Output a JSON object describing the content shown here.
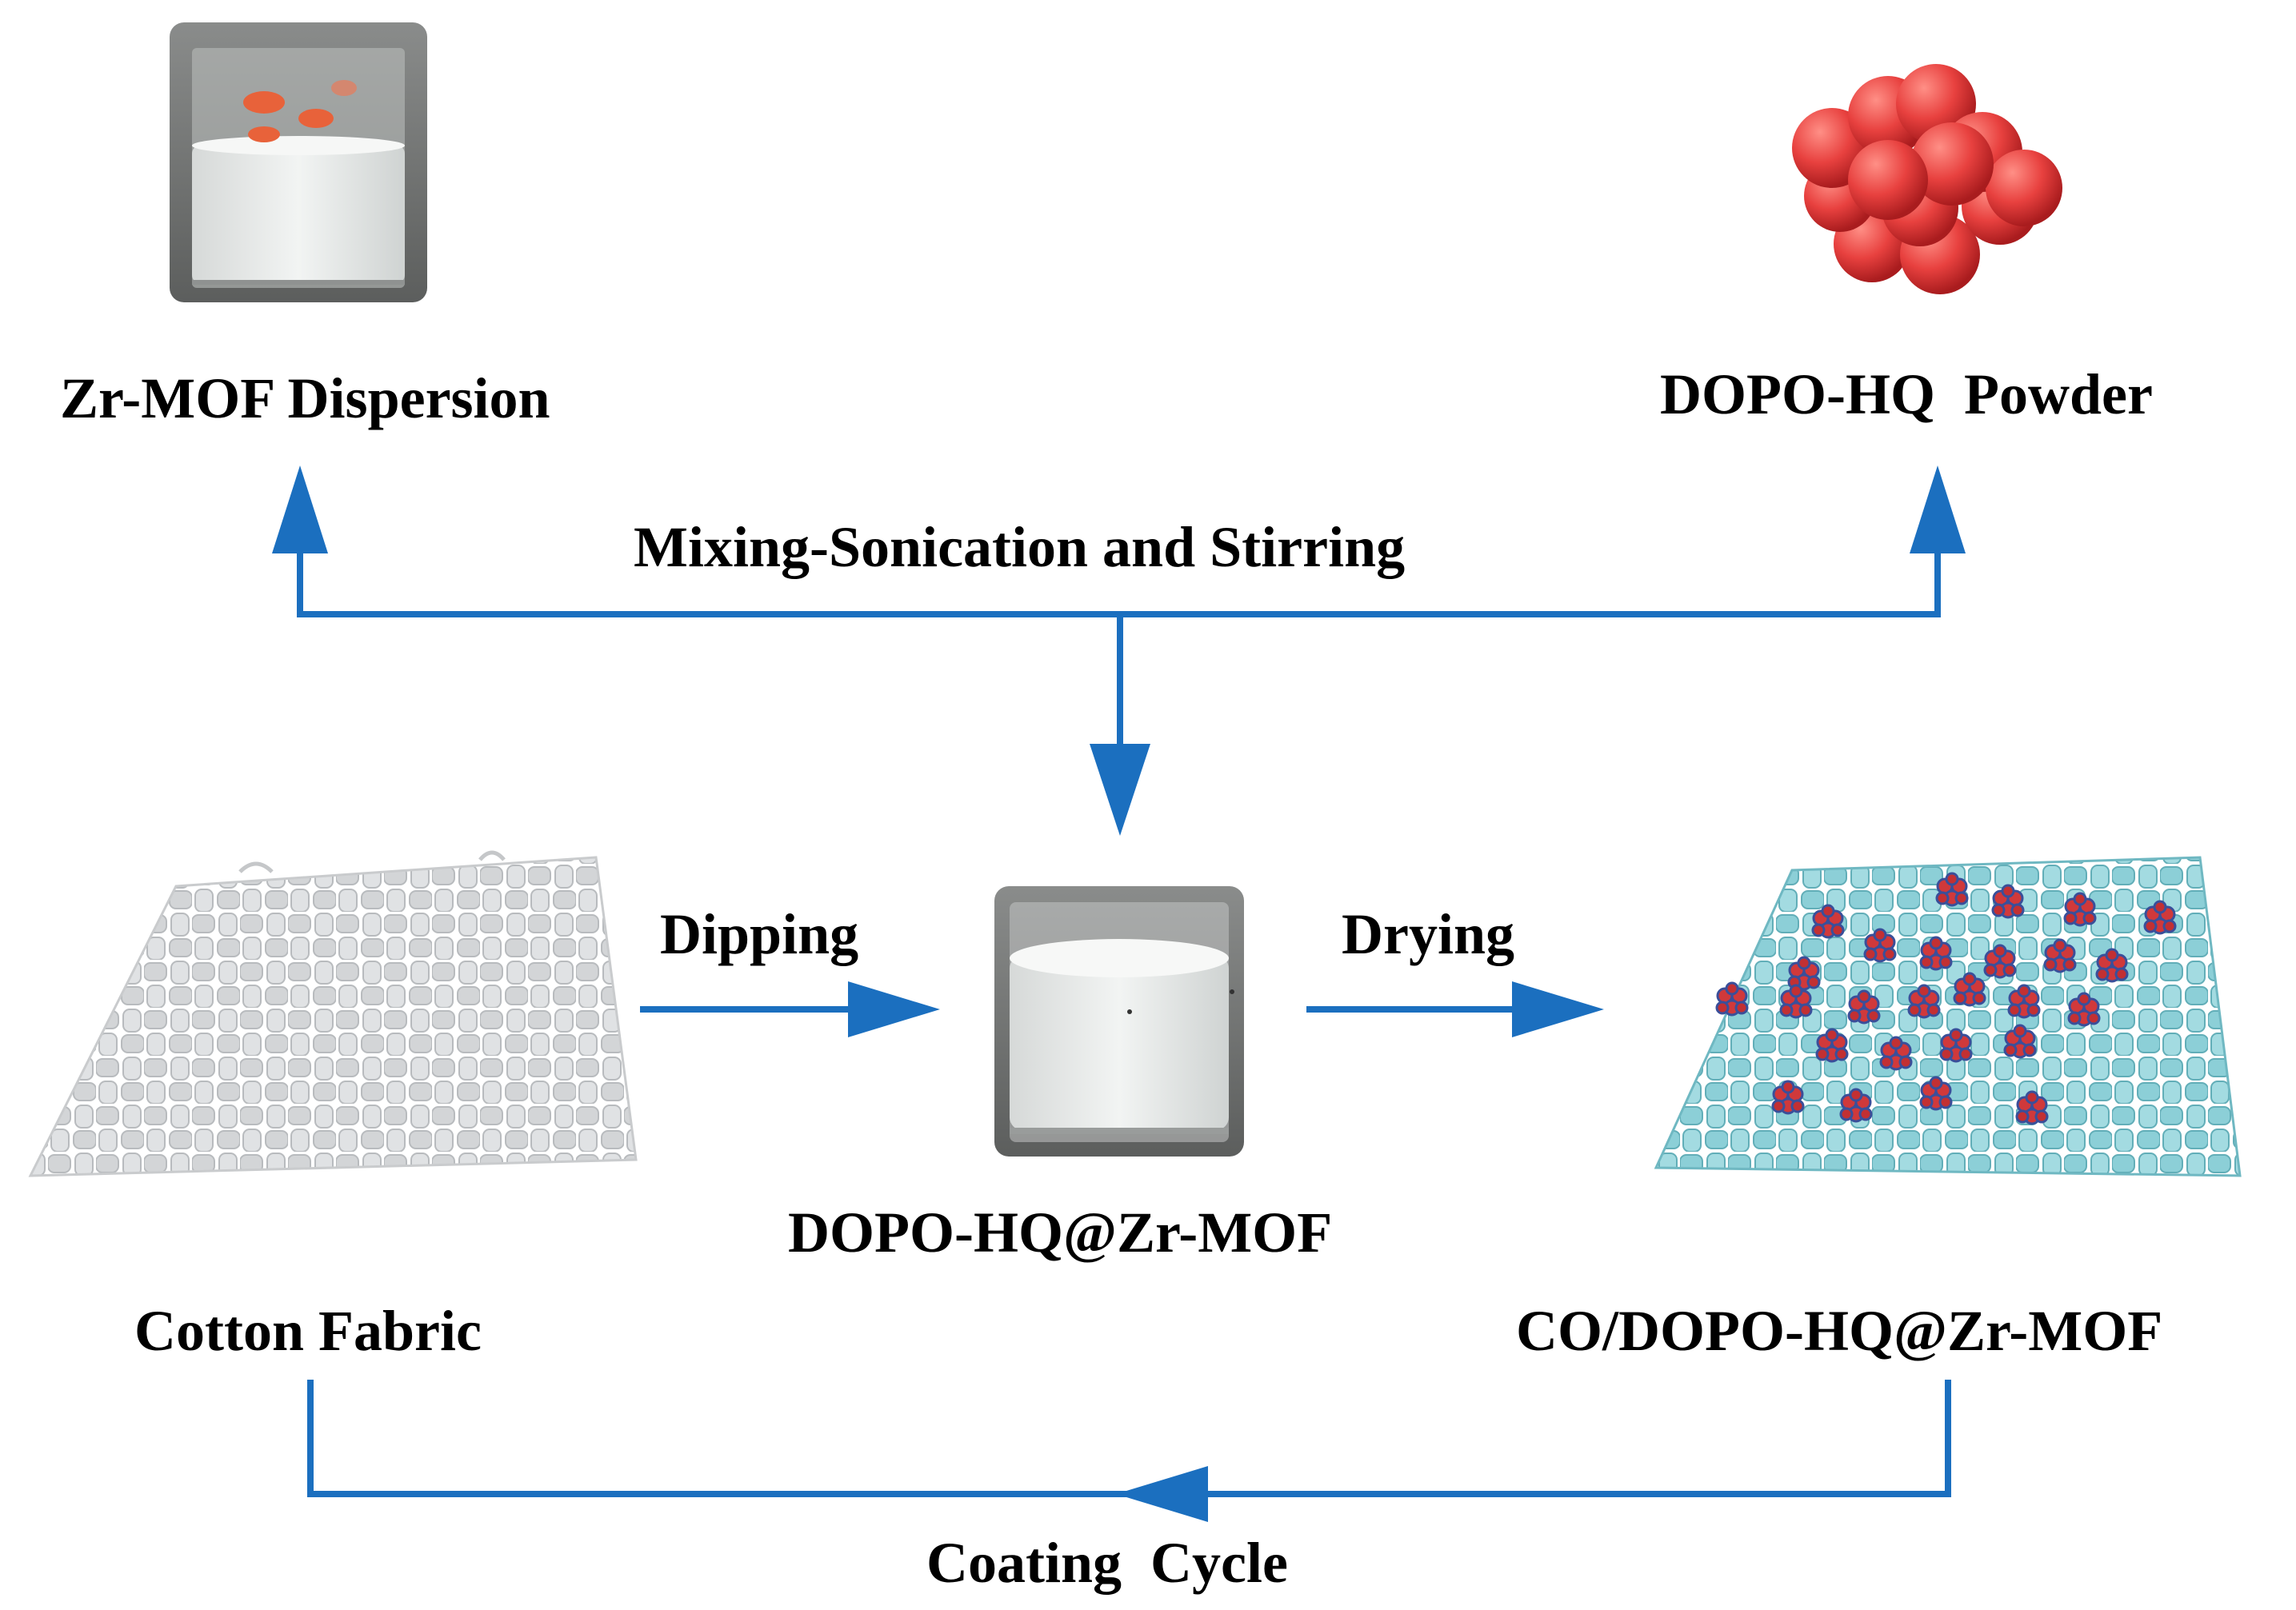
{
  "labels": {
    "zr_mof_dispersion": "Zr-MOF Dispersion",
    "dopo_hq_powder": "DOPO-HQ  Powder",
    "mixing": "Mixing-Sonication and Stirring",
    "dipping": "Dipping",
    "drying": "Drying",
    "dopo_hq_zr_mof": "DOPO-HQ@Zr-MOF",
    "cotton_fabric": "Cotton Fabric",
    "coated_fabric": "CO/DOPO-HQ@Zr-MOF",
    "coating_cycle": "Coating  Cycle"
  },
  "colors": {
    "arrow": "#1b6fbf",
    "powder_sphere": "#e8413f",
    "fabric_plain": "#d6d8da",
    "fabric_coated": "#8fd0d8",
    "dispersion_liquid": "#e9eceb",
    "beaker_background": "#6d6f6e",
    "label_text": "#000000"
  },
  "icons": {
    "zr_mof_beaker": "beaker-photo-icon",
    "dopo_powder": "sphere-cluster-icon",
    "mixed_beaker": "beaker-photo-icon",
    "cotton_fabric": "woven-fabric-icon",
    "coated_fabric": "coated-woven-fabric-icon"
  }
}
